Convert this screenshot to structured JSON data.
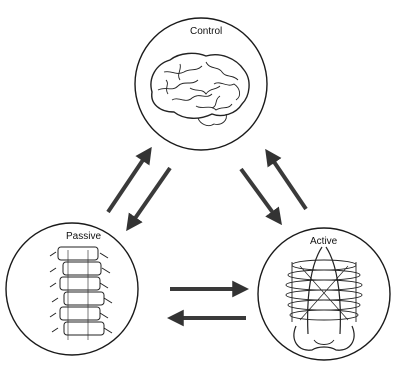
{
  "nodes": {
    "control": {
      "label": "Control"
    },
    "passive": {
      "label": "Passive"
    },
    "active": {
      "label": "Active"
    }
  },
  "edges": [
    {
      "from": "passive",
      "to": "control"
    },
    {
      "from": "control",
      "to": "passive"
    },
    {
      "from": "control",
      "to": "active"
    },
    {
      "from": "active",
      "to": "control"
    },
    {
      "from": "passive",
      "to": "active"
    },
    {
      "from": "active",
      "to": "passive"
    }
  ],
  "colors": {
    "stroke": "#1a1a1a",
    "arrow": "#3a3a3a",
    "background": "#ffffff"
  }
}
